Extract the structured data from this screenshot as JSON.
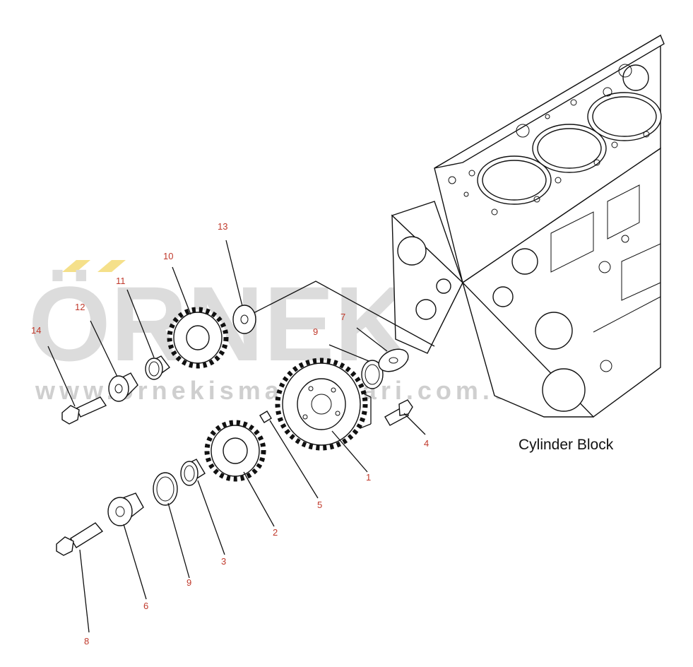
{
  "watermark": {
    "brand": "ÖRNEK",
    "url": "www.ornekismakinalari.com.tr",
    "accent_color": "#f5e08a"
  },
  "diagram": {
    "block_label": "Cylinder Block",
    "callouts": [
      "1",
      "2",
      "3",
      "4",
      "5",
      "6",
      "7",
      "8",
      "9",
      "9",
      "10",
      "11",
      "12",
      "13",
      "14"
    ]
  },
  "colors": {
    "callout": "#c0392b",
    "line": "#111111",
    "watermark": "#dcdcdc"
  }
}
